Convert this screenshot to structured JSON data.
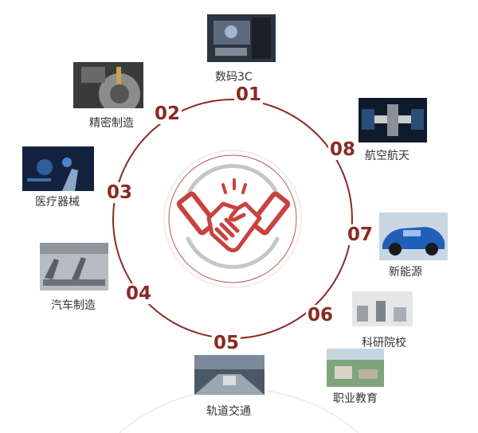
{
  "colors": {
    "accent": "#8a2a22",
    "ring": "#8a2a22",
    "icon_red": "#c8423f",
    "icon_grey": "#b9b9b9",
    "label": "#333333"
  },
  "center_icon": "handshake-icon",
  "nodes": [
    {
      "id": "01",
      "num": "01",
      "label": "数码3C"
    },
    {
      "id": "02",
      "num": "02",
      "label": "精密制造"
    },
    {
      "id": "03",
      "num": "03",
      "label": "医疗器械"
    },
    {
      "id": "04",
      "num": "04",
      "label": "汽车制造"
    },
    {
      "id": "05",
      "num": "05",
      "label": "轨道交通"
    },
    {
      "id": "06",
      "num": "06",
      "label": "科研院校"
    },
    {
      "id": "07",
      "num": "07",
      "label": "新能源"
    },
    {
      "id": "08",
      "num": "08",
      "label": "航空航天"
    }
  ],
  "extra": {
    "label": "职业教育"
  }
}
